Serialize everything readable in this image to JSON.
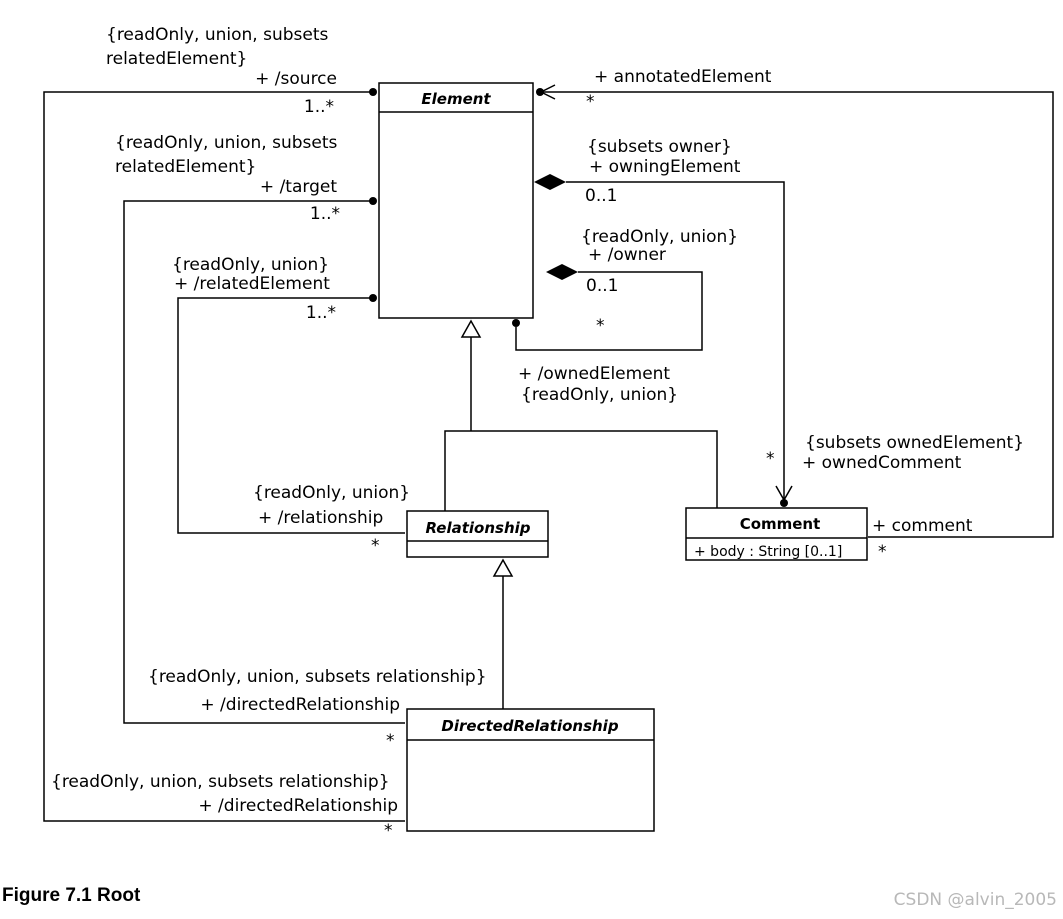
{
  "classes": {
    "element": {
      "name": "Element"
    },
    "relationship": {
      "name": "Relationship"
    },
    "directed_relationship": {
      "name": "DirectedRelationship"
    },
    "comment": {
      "name": "Comment",
      "attribute": "+ body : String [0..1]"
    }
  },
  "assoc": {
    "source": {
      "constraint_1": "{readOnly, union, subsets",
      "constraint_2": "relatedElement}",
      "role": "+ /source",
      "mult": "1..*",
      "mult_other": "*"
    },
    "target": {
      "constraint_1": "{readOnly, union, subsets",
      "constraint_2": "relatedElement}",
      "role": "+ /target",
      "mult": "1..*",
      "mult_other": "*"
    },
    "related_element": {
      "constraint": "{readOnly, union}",
      "role": "+ /relatedElement",
      "mult": "1..*"
    },
    "relationship_end": {
      "constraint": "{readOnly, union}",
      "role": "+ /relationship",
      "mult": "*"
    },
    "annotated_element": {
      "role": "+ annotatedElement",
      "mult": "*"
    },
    "owning_element": {
      "constraint": "{subsets owner}",
      "role": "+ owningElement",
      "mult": "0..1"
    },
    "owner": {
      "constraint": "{readOnly, union}",
      "role": "+ /owner",
      "mult": "0..1",
      "mult_other": "*"
    },
    "owned_element": {
      "role": "+ /ownedElement",
      "constraint": "{readOnly, union}"
    },
    "owned_comment": {
      "constraint": "{subsets ownedElement}",
      "role": "+ ownedComment",
      "mult": "*"
    },
    "comment_end": {
      "role": "+ comment",
      "mult": "*"
    },
    "directed_rel_target": {
      "constraint": "{readOnly, union, subsets relationship}",
      "role": "+ /directedRelationship"
    },
    "directed_rel_source": {
      "constraint": "{readOnly, union, subsets relationship}",
      "role": "+ /directedRelationship"
    }
  },
  "caption": "Figure 7.1  Root",
  "watermark": "CSDN @alvin_2005"
}
